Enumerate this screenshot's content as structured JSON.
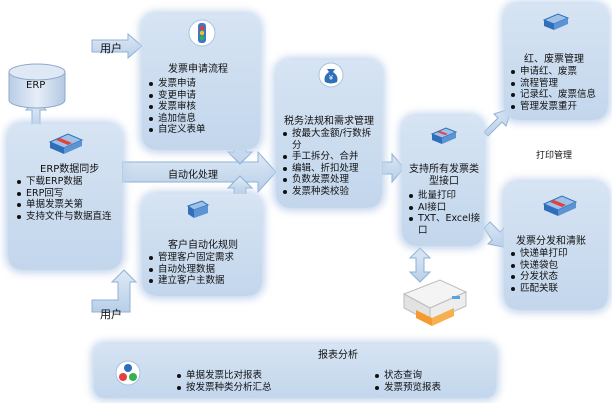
{
  "erp": {
    "label": "ERP"
  },
  "user_top": {
    "label": "用户"
  },
  "user_bottom": {
    "label": "用户"
  },
  "invoice_apply": {
    "title": "发票申请流程",
    "items": [
      "发票申请",
      "变更申请",
      "发票审核",
      "追加信息",
      "自定义表单"
    ]
  },
  "erp_sync": {
    "title": "ERP数据同步",
    "items": [
      "下载ERP数据",
      "ERP回写",
      "单据发票关第",
      "支持文件与数据直连"
    ]
  },
  "auto": {
    "label": "自动化处理"
  },
  "customer_rules": {
    "title": "客户自动化规则",
    "items": [
      "管理客户固定需求",
      "自动处理数据",
      "建立客户主数据"
    ]
  },
  "tax": {
    "title": "税务法规和需求管理",
    "items": [
      "按最大金额/行数拆分",
      "手工拆分、合并",
      "编辑、折扣处理",
      "负数发票处理",
      "发票种类校验"
    ]
  },
  "interface": {
    "title": "支持所有发票类型接口",
    "items": [
      "批量打印",
      "AI接口",
      "TXT、Excel接口"
    ]
  },
  "red_invoice": {
    "title": "红、废票管理",
    "items": [
      "申请红、废票",
      "流程管理",
      "记录红、废票信息",
      "管理发票重开"
    ]
  },
  "print": {
    "label": "打印管理"
  },
  "distribution": {
    "title": "发票分发和清账",
    "items": [
      "快递单打印",
      "快递袋包",
      "分发状态",
      "匹配关联"
    ]
  },
  "report": {
    "title": "报表分析",
    "left_items": [
      "单据发票比对报表",
      "按发票种类分析汇总"
    ],
    "right_items": [
      "状态查询",
      "发票预览报表"
    ]
  }
}
